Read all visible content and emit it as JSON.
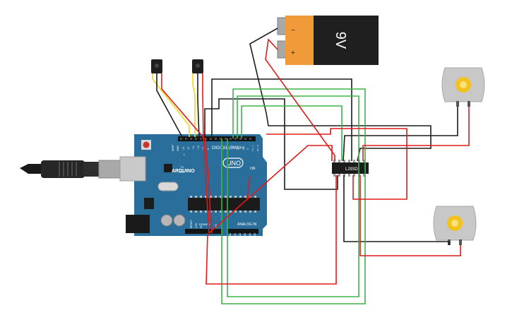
{
  "battery": {
    "voltage_label": "9V",
    "minus_label": "−",
    "plus_label": "+"
  },
  "arduino": {
    "brand": "ARDUINO",
    "model": "UNO",
    "digital_header": "DIGITAL (PWM~)",
    "analog_header": "ANALOG IN",
    "power_header": "POWER",
    "on_label": "ON",
    "tx_label": "TX",
    "rx_label": "RX",
    "l_label": "L",
    "aref_label": "AREF",
    "gnd_label": "GND",
    "reset_label": "RESET",
    "v33_label": "3.3V",
    "v5_label": "5V",
    "vin_label": "VIN",
    "digital_pins": [
      "13",
      "12",
      "~11",
      "~10",
      "~9",
      "8",
      "7",
      "~6",
      "~5",
      "4",
      "~3",
      "2",
      "TX→1",
      "RX←0"
    ],
    "analog_pins": [
      "A0",
      "A1",
      "A2",
      "A3",
      "A4",
      "A5"
    ]
  },
  "driver_chip": {
    "label": "L293D"
  },
  "colors": {
    "board": "#2a6e9c",
    "wire_red": "#e11a1a",
    "wire_black": "#1b1b1b",
    "wire_green": "#3bb54a",
    "wire_yellow": "#f2d816",
    "battery_orange": "#f09a3a",
    "battery_black": "#1f1f1f",
    "motor_gray": "#c8c8c8",
    "motor_gear": "#f3c21f"
  }
}
